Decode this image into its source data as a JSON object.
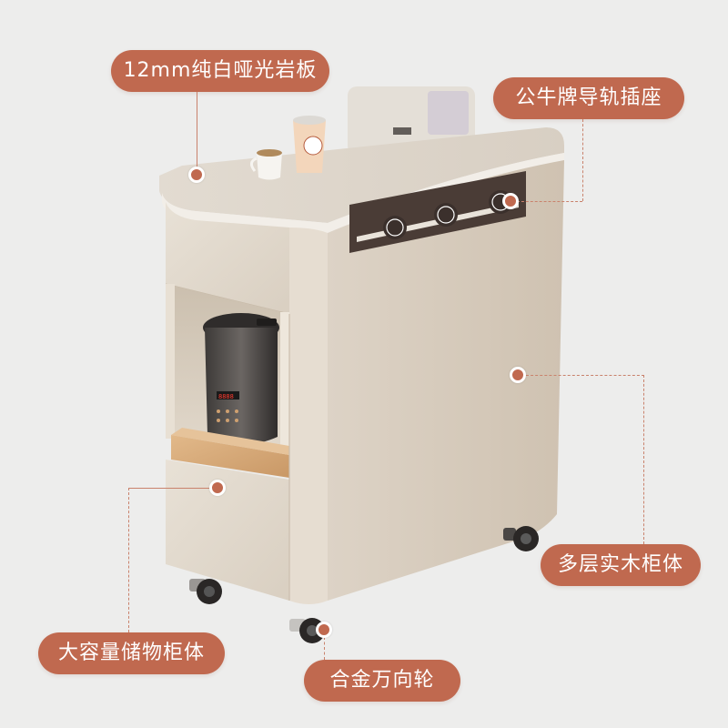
{
  "product": {
    "name": "slim rolling storage cabinet with power rail",
    "colors": {
      "background": "#ededec",
      "cabinet_body": "#d8ccbc",
      "cabinet_top": "#e6ded3",
      "wood_shelf": "#d9ae7c",
      "power_rail": "#4a3c36",
      "accent": "#c0694f"
    }
  },
  "callouts": [
    {
      "id": "countertop",
      "label": "12mm纯白哑光岩板"
    },
    {
      "id": "power-rail",
      "label": "公牛牌导轨插座"
    },
    {
      "id": "cabinet-body",
      "label": "多层实木柜体"
    },
    {
      "id": "storage",
      "label": "大容量储物柜体"
    },
    {
      "id": "casters",
      "label": "合金万向轮"
    }
  ]
}
